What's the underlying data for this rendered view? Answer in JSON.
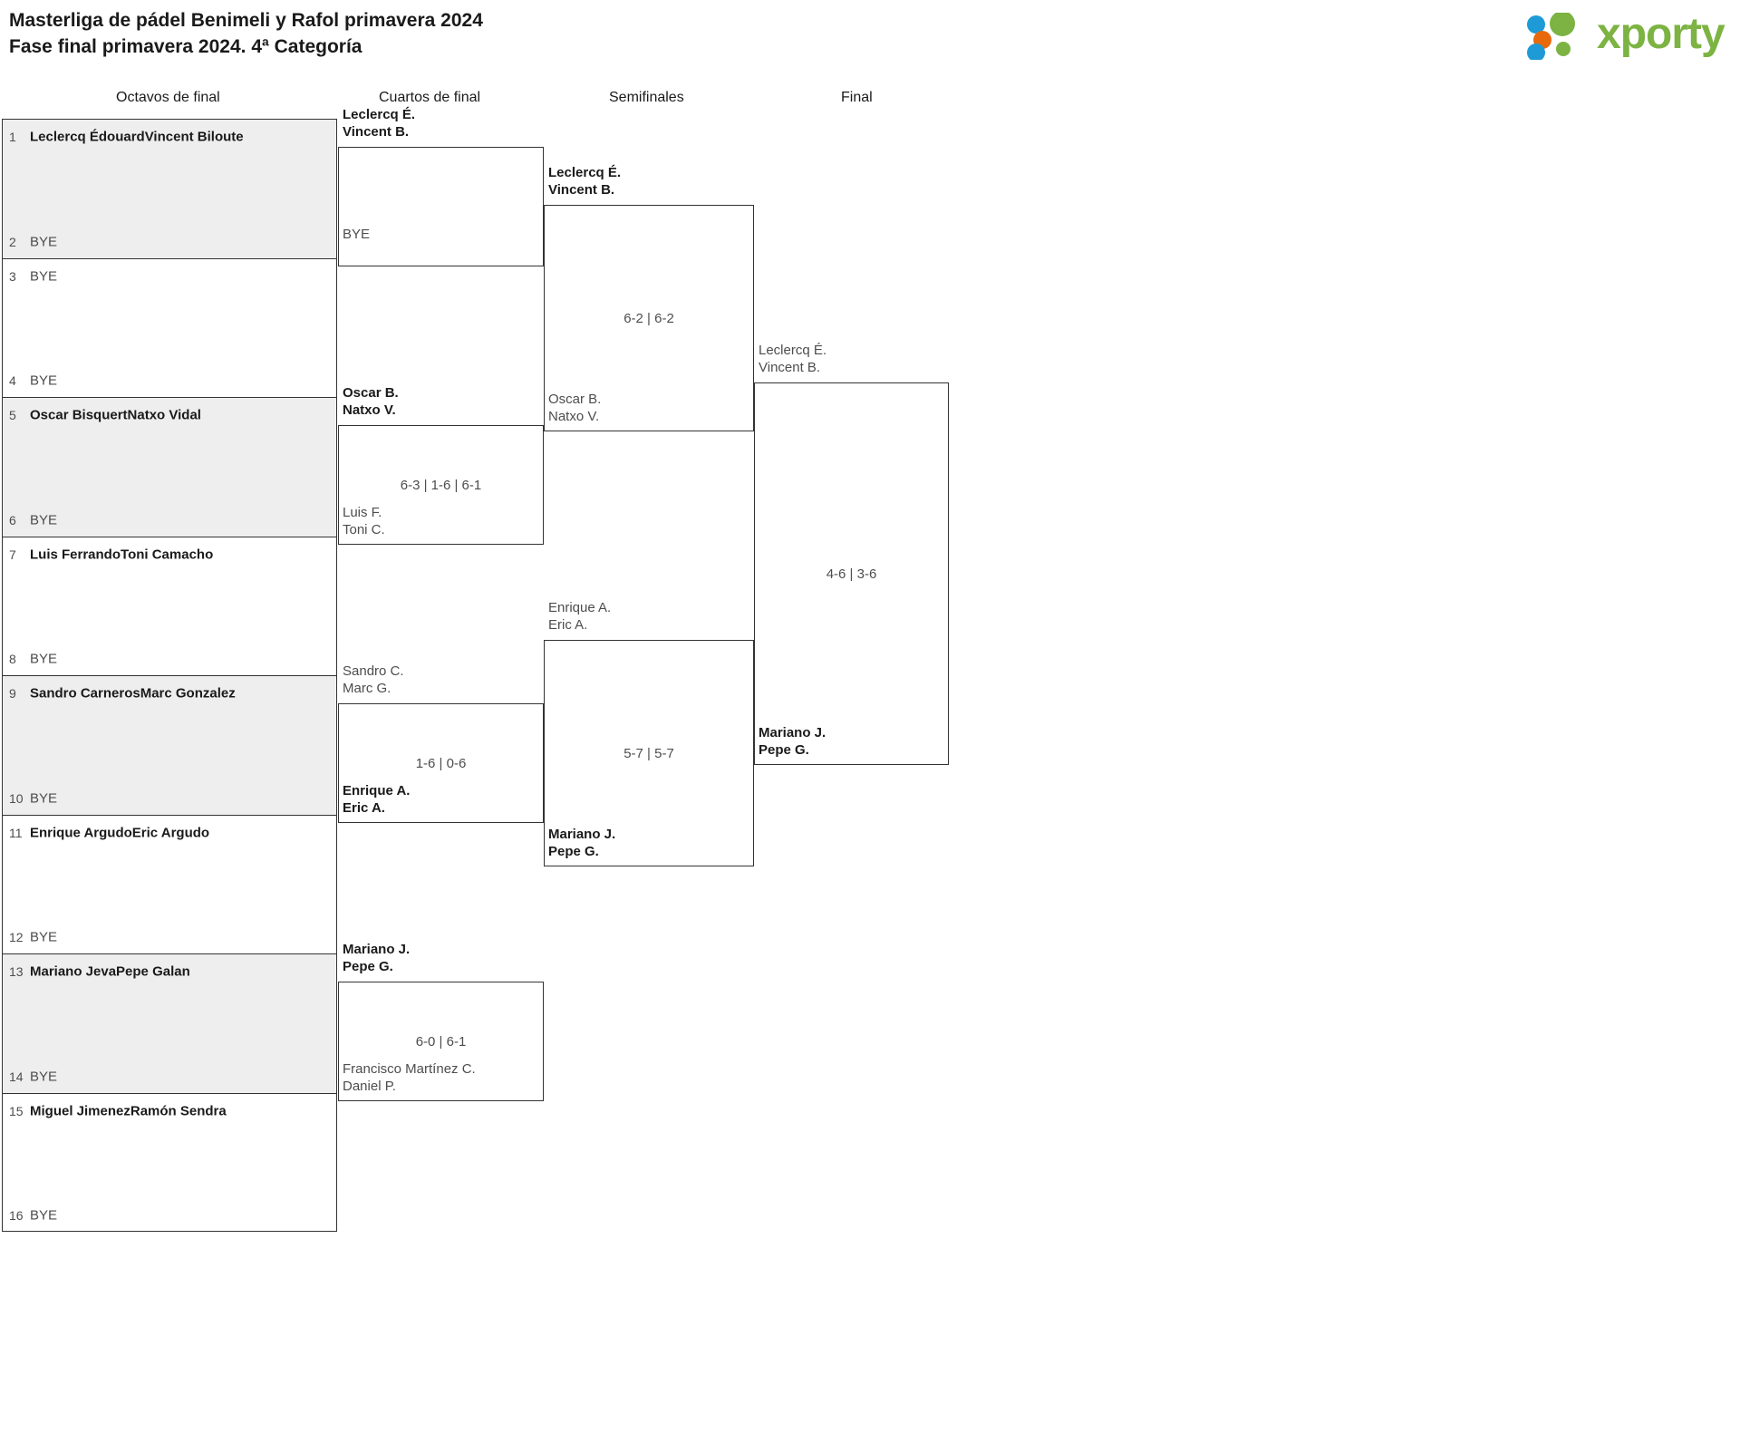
{
  "header": {
    "title_line_1": "Masterliga de pádel Benimeli y Rafol primavera 2024",
    "title_line_2": "Fase final primavera 2024. 4ª Categoría",
    "logo_text": "xporty",
    "logo_colors": {
      "green": "#7cb342",
      "blue": "#1e9bd7",
      "orange": "#e8690b"
    }
  },
  "rounds": [
    {
      "id": "octavos",
      "label": "Octavos de final"
    },
    {
      "id": "cuartos",
      "label": "Cuartos de final"
    },
    {
      "id": "semis",
      "label": "Semifinales"
    },
    {
      "id": "final",
      "label": "Final"
    }
  ],
  "round1": {
    "blocks": [
      {
        "shaded": true,
        "slots": [
          {
            "seed": "1",
            "lines": [
              "Leclercq Édouard",
              "Vincent Biloute"
            ],
            "bye": false,
            "winner": true
          },
          {
            "seed": "2",
            "lines": [
              "BYE"
            ],
            "bye": true,
            "winner": false
          }
        ]
      },
      {
        "shaded": false,
        "slots": [
          {
            "seed": "3",
            "lines": [
              "BYE"
            ],
            "bye": true,
            "winner": false
          },
          {
            "seed": "4",
            "lines": [
              "BYE"
            ],
            "bye": true,
            "winner": false
          }
        ]
      },
      {
        "shaded": true,
        "slots": [
          {
            "seed": "5",
            "lines": [
              "Oscar Bisquert",
              "Natxo Vidal"
            ],
            "bye": false,
            "winner": true
          },
          {
            "seed": "6",
            "lines": [
              "BYE"
            ],
            "bye": true,
            "winner": false
          }
        ]
      },
      {
        "shaded": false,
        "slots": [
          {
            "seed": "7",
            "lines": [
              "Luis Ferrando",
              "Toni Camacho"
            ],
            "bye": false,
            "winner": true
          },
          {
            "seed": "8",
            "lines": [
              "BYE"
            ],
            "bye": true,
            "winner": false
          }
        ]
      },
      {
        "shaded": true,
        "slots": [
          {
            "seed": "9",
            "lines": [
              "Sandro Carneros",
              "Marc Gonzalez"
            ],
            "bye": false,
            "winner": true
          },
          {
            "seed": "10",
            "lines": [
              "BYE"
            ],
            "bye": true,
            "winner": false
          }
        ]
      },
      {
        "shaded": false,
        "slots": [
          {
            "seed": "11",
            "lines": [
              "Enrique Argudo",
              "Eric Argudo"
            ],
            "bye": false,
            "winner": true
          },
          {
            "seed": "12",
            "lines": [
              "BYE"
            ],
            "bye": true,
            "winner": false
          }
        ]
      },
      {
        "shaded": true,
        "slots": [
          {
            "seed": "13",
            "lines": [
              "Mariano Jeva",
              "Pepe Galan"
            ],
            "bye": false,
            "winner": true
          },
          {
            "seed": "14",
            "lines": [
              "BYE"
            ],
            "bye": true,
            "winner": false
          }
        ]
      },
      {
        "shaded": false,
        "slots": [
          {
            "seed": "15",
            "lines": [
              "Miguel Jimenez",
              "Ramón Sendra"
            ],
            "bye": false,
            "winner": true
          },
          {
            "seed": "16",
            "lines": [
              "BYE"
            ],
            "bye": true,
            "winner": false
          }
        ]
      }
    ]
  },
  "round2": {
    "matches": [
      {
        "score": "",
        "top": {
          "lines": [
            "Leclercq É.",
            "Vincent B."
          ],
          "winner": true
        },
        "bottom": {
          "lines": [
            "BYE"
          ],
          "winner": false
        }
      },
      {
        "score": "6-3 | 1-6 | 6-1",
        "top": {
          "lines": [
            "Oscar B.",
            "Natxo V."
          ],
          "winner": true
        },
        "bottom": {
          "lines": [
            "Luis F.",
            "Toni C."
          ],
          "winner": false
        }
      },
      {
        "score": "1-6 | 0-6",
        "top": {
          "lines": [
            "Sandro C.",
            "Marc G."
          ],
          "winner": false
        },
        "bottom": {
          "lines": [
            "Enrique A.",
            "Eric A."
          ],
          "winner": true
        }
      },
      {
        "score": "6-0 | 6-1",
        "top": {
          "lines": [
            "Mariano J.",
            "Pepe G."
          ],
          "winner": true
        },
        "bottom": {
          "lines": [
            "Francisco Martínez C.",
            "Daniel P."
          ],
          "winner": false
        }
      }
    ]
  },
  "round3": {
    "matches": [
      {
        "score": "6-2 | 6-2",
        "top": {
          "lines": [
            "Leclercq É.",
            "Vincent B."
          ],
          "winner": true
        },
        "bottom": {
          "lines": [
            "Oscar B.",
            "Natxo V."
          ],
          "winner": false
        }
      },
      {
        "score": "5-7 | 5-7",
        "top": {
          "lines": [
            "Enrique A.",
            "Eric A."
          ],
          "winner": false
        },
        "bottom": {
          "lines": [
            "Mariano J.",
            "Pepe G."
          ],
          "winner": true
        }
      }
    ]
  },
  "round4": {
    "matches": [
      {
        "score": "4-6 | 3-6",
        "top": {
          "lines": [
            "Leclercq É.",
            "Vincent B."
          ],
          "winner": false
        },
        "bottom": {
          "lines": [
            "Mariano J.",
            "Pepe G."
          ],
          "winner": true
        }
      }
    ]
  }
}
